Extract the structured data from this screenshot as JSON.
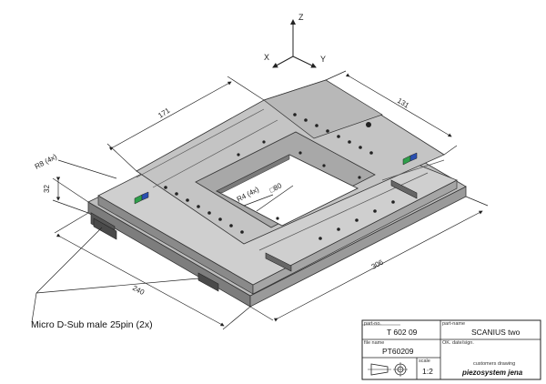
{
  "axes": {
    "z": "Z",
    "x": "X",
    "y": "Y"
  },
  "dimensions": {
    "top_length": "171",
    "top_width": "131",
    "overall_length": "306",
    "overall_width": "240",
    "height": "32",
    "corner_radius_outer": "R8 (4x)",
    "corner_radius_inner": "R4 (4x)",
    "aperture": "□80"
  },
  "callout": "Micro D-Sub male 25pin (2x)",
  "title_block": {
    "part_no_label": "part-no.",
    "part_no": "T 602 09",
    "part_name_label": "part-name",
    "part_name": "SCANIUS two",
    "file_name_label": "file name",
    "file_name": "PT60209",
    "ok_label": "OK. date/sign.",
    "scale_label": "scale",
    "scale": "1:2",
    "drawing_type": "customers drawing",
    "company": "piezosystem jena"
  },
  "colors": {
    "stage_top": "#c9c9c9",
    "stage_side": "#8e8e8e",
    "led_green": "#2e9e4a",
    "led_blue": "#2a4fb0"
  }
}
